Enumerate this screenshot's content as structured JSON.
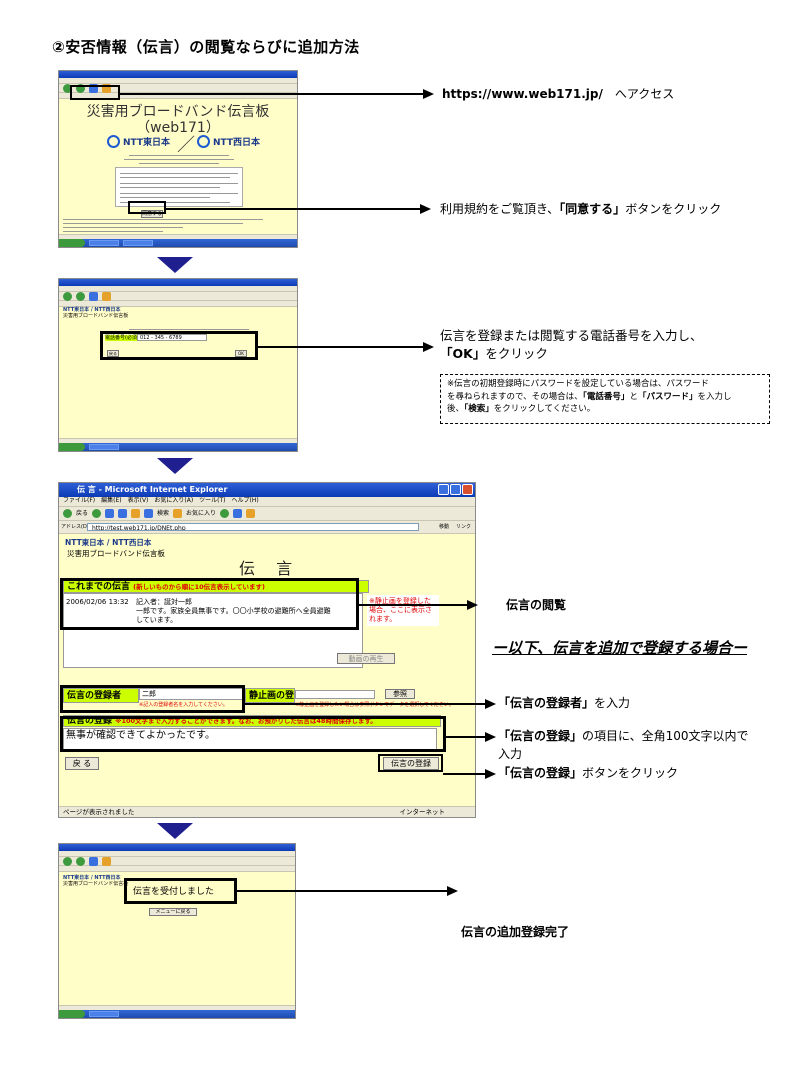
{
  "title": "②安否情報（伝言）の閲覧ならびに追加方法",
  "step1": {
    "window_title": "災害用ブロードバンド伝言板 - Microsoft Internet Explorer",
    "heading_line1": "災害用ブロードバンド伝言板",
    "heading_line2": "（web171）",
    "ntt_east": "NTT東日本",
    "ntt_west": "NTT西日本",
    "agree_button": "同意する",
    "annotation_url": "https://www.web171.jp/",
    "annotation_url_suffix": "へアクセス",
    "annotation_terms_pre": "利用規約をご覧頂き、",
    "annotation_terms_bold": "「同意する」",
    "annotation_terms_post": "ボタンをクリック"
  },
  "step2": {
    "window_title": "伝言板 - Microsoft Internet Explorer",
    "ntt_logos": "NTT東日本 / NTT西日本",
    "site_label": "災害用ブロードバンド伝言板",
    "phone_label": "電話番号(必須)",
    "phone_value": "012 - 345 - 6789",
    "back_button": "戻る",
    "ok_button": "OK",
    "annotation_line1": "伝言を登録または閲覧する電話番号を入力し、",
    "annotation_line2_bold": "「OK」",
    "annotation_line2_post": "をクリック",
    "note_line1": "※伝言の初期登録時にパスワードを設定している場合は、パスワード",
    "note_line2_pre": "を尋ねられますので、その場合は、",
    "note_line2_bold1": "「電話番号」",
    "note_line2_mid": "と",
    "note_line2_bold2": "「パスワード」",
    "note_line2_post": "を入力し",
    "note_line3_pre": "後、",
    "note_line3_bold": "「検索」",
    "note_line3_post": "をクリックしてください。"
  },
  "step3": {
    "window_title": "伝 言 - Microsoft Internet Explorer",
    "menu": "ファイル(F)　編集(E)　表示(V)　お気に入り(A)　ツール(T)　ヘルプ(H)",
    "toolbar_back": "戻る",
    "toolbar_search": "検索",
    "toolbar_favorites": "お気に入り",
    "address_label": "アドレス(D)",
    "address_url": "http://test.web171.jp/DNEt.php",
    "go_label": "移動",
    "links_label": "リンク",
    "ntt_logos": "NTT東日本 / NTT西日本",
    "site_label": "災害用ブロードバンド伝言板",
    "page_title": "伝 言",
    "history_header": "これまでの伝言",
    "history_note": "(新しいものから順に10伝言表示しています)",
    "msg_date": "2006/02/06 13:32",
    "msg_author": "記入者：誕対一郎",
    "msg_text1": "一郎です。家族全員無事です。〇〇小学校の避難所へ全員避難",
    "msg_text2": "しています。",
    "red_note": "※静止画を登録した場合、ここに表示されます。",
    "video_button": "動画の再生",
    "registrant_label": "伝言の登録者",
    "registrant_value": "二郎",
    "registrant_hint": "※記入の登録者名を入力してください。",
    "image_label": "静止画の登録",
    "image_hint": "※静止画を登録したい場合は参照ボタンでデータを選択してください。",
    "browse_button": "参照",
    "message_label": "伝言の登録",
    "message_hint": "※100文字まで入力することができます。なお、お預かりした伝言は48時間保存します。",
    "message_value": "無事が確認できてよかったです。",
    "back_button": "戻 る",
    "submit_button": "伝言の登録",
    "status_left": "ページが表示されました",
    "status_right": "インターネット",
    "annotation_view": "伝言の閲覧",
    "section_heading": "ー以下、伝言を追加で登録する場合ー",
    "annotation_registrant_bold": "「伝言の登録者」",
    "annotation_registrant_post": "を入力",
    "annotation_message_bold": "「伝言の登録」",
    "annotation_message_post": "の項目に、全角100文字以内で",
    "annotation_message_line2": "入力",
    "annotation_submit_bold": "「伝言の登録」",
    "annotation_submit_post": "ボタンをクリック"
  },
  "step4": {
    "window_title": "伝言の受付 - Microsoft Internet Explorer",
    "ntt_logos": "NTT東日本 / NTT西日本",
    "site_label": "災害用ブロードバンド伝言板",
    "received_text": "伝言を受付しました",
    "menu_button": "メニューに戻る",
    "annotation_done": "伝言の追加登録完了"
  },
  "colors": {
    "page_background": "#fffdc8",
    "highlight_green": "#ccff00",
    "arrow_blue": "#1f1f8f",
    "note_red": "#e00000"
  }
}
